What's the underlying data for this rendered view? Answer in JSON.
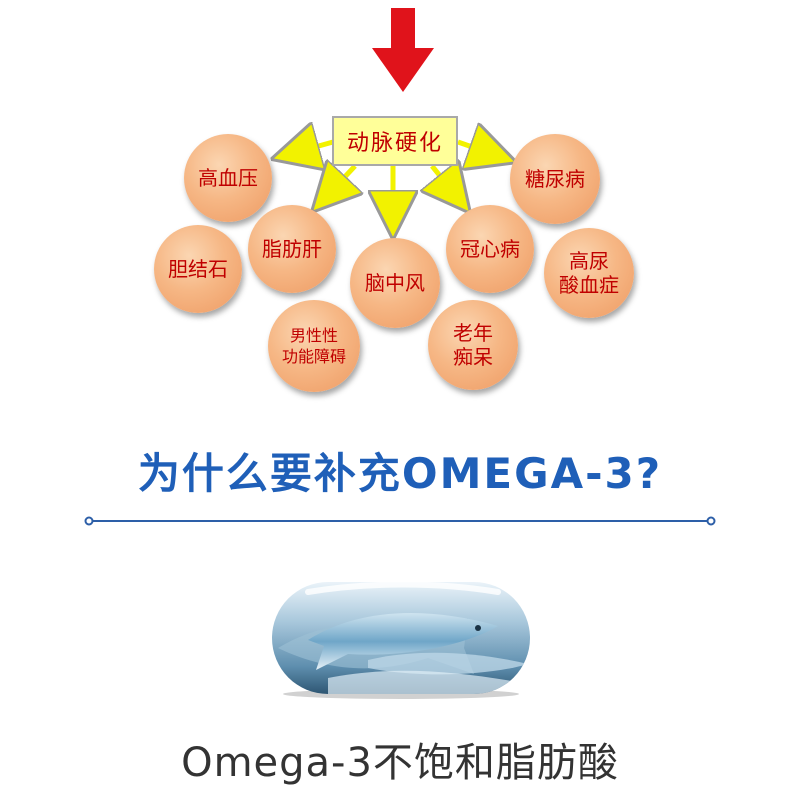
{
  "center_label": "动脉硬化",
  "circles": [
    {
      "name": "gaoxueya",
      "label": "高血压"
    },
    {
      "name": "tangniaobing",
      "label": "糖尿病"
    },
    {
      "name": "zhifanggan",
      "label": "脂肪肝"
    },
    {
      "name": "guanxinbing",
      "label": "冠心病"
    },
    {
      "name": "danjieshi",
      "label": "胆结石"
    },
    {
      "name": "naozhongfeng",
      "label": "脑中风"
    },
    {
      "name": "gaoniaosuan",
      "label": "高尿\n酸血症"
    },
    {
      "name": "nanxing",
      "label": "男性性\n功能障碍"
    },
    {
      "name": "laonianchidai",
      "label": "老年\n痴呆"
    }
  ],
  "headline": "为什么要补充OMEGA-3?",
  "bottom_text": "Omega-3不饱和脂肪酸",
  "colors": {
    "arrow_red": "#e0131b",
    "label_red": "#c00000",
    "box_yellow": "#ffff99",
    "connector_yellow": "#f2f200",
    "headline_blue": "#1f5fb8",
    "divider_blue": "#2d5fa8",
    "circle_orange": "#f6b785"
  },
  "icons": [
    "red-down-arrow-icon",
    "yellow-arrow-icon",
    "fish-capsule-image"
  ]
}
